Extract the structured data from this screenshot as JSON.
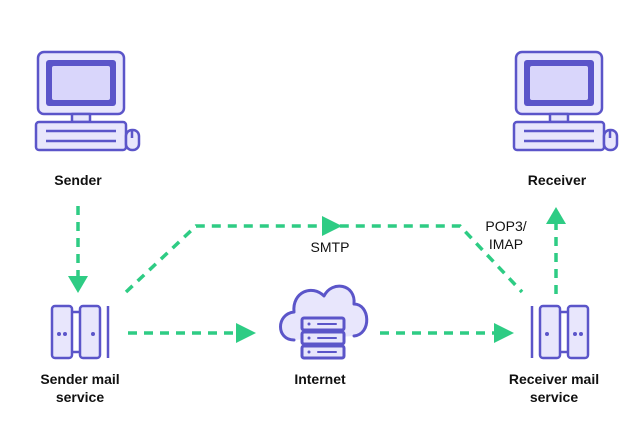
{
  "nodes": {
    "sender": {
      "label": "Sender"
    },
    "receiver": {
      "label": "Receiver"
    },
    "sender_mail": {
      "label_line1": "Sender mail",
      "label_line2": "service"
    },
    "internet": {
      "label": "Internet"
    },
    "receiver_mail": {
      "label_line1": "Receiver mail",
      "label_line2": "service"
    }
  },
  "edges": {
    "smtp": {
      "label": "SMTP"
    },
    "pop3_imap": {
      "label_line1": "POP3/",
      "label_line2": "IMAP"
    }
  },
  "colors": {
    "arrow": "#2ecc84",
    "icon_fill": "#e8e6fc",
    "icon_stroke": "#5b55c9",
    "text": "#111111"
  }
}
